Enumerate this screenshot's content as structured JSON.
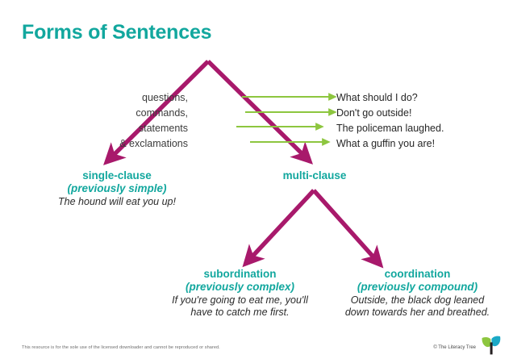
{
  "document": {
    "title": "Forms of Sentences",
    "background_color": "#ffffff"
  },
  "colors": {
    "teal": "#12A79E",
    "magenta": "#A8196B",
    "green": "#8DC63F",
    "body_text": "#2b2b2b",
    "footer_text": "#6d6d6d"
  },
  "sentence_types": {
    "rows": [
      {
        "label": "questions,",
        "example": "What should I do?"
      },
      {
        "label": "commands,",
        "example": "Don't go outside!"
      },
      {
        "label": "statements",
        "example": "The policeman laughed."
      },
      {
        "label": "& exclamations",
        "example": "What a guffin you are!"
      }
    ]
  },
  "branches": {
    "single_clause": {
      "heading": "single-clause",
      "subheading": "(previously simple)",
      "example_line_1": "The hound will eat you up!",
      "example_line_2": ""
    },
    "multi_clause": {
      "heading": "multi-clause",
      "subheading": "",
      "example_line_1": "",
      "example_line_2": ""
    },
    "subordination": {
      "heading": "subordination",
      "subheading": "(previously complex)",
      "example_line_1": "If you're going to eat me, you'll",
      "example_line_2": "have to catch me first."
    },
    "coordination": {
      "heading": "coordination",
      "subheading": "(previously compound)",
      "example_line_1": "Outside, the black dog leaned",
      "example_line_2": "down towards her and breathed."
    }
  },
  "footer": {
    "licence_note": "This resource is for the sole use of the licensed downloader and cannot be reproduced or shared.",
    "credit": "© The Literacy Tree",
    "logo_icon": "literacy-tree-logo-icon"
  },
  "icons": {
    "arrow_top_branch": "magenta-branch-arrow-icon",
    "arrow_bottom_branch": "magenta-branch-arrow-icon",
    "arrow_example": "green-arrow-icon"
  }
}
